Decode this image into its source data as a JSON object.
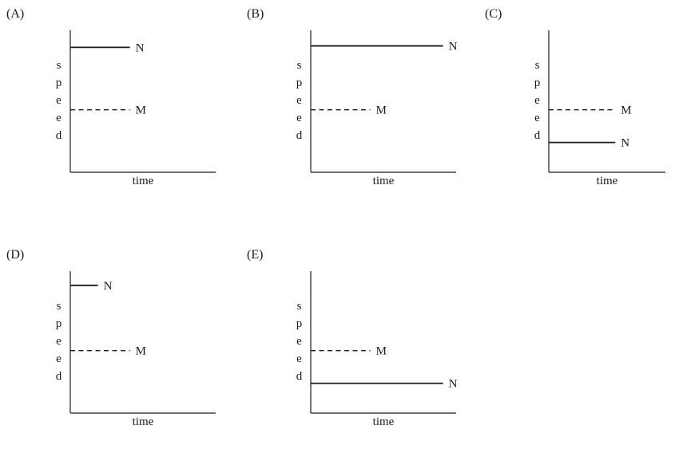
{
  "figure": {
    "background": "#ffffff",
    "line_color": "#1b1b1b",
    "description": "Five speed versus time graphs, each showing constant-speed horizontal lines for objects M (dashed) and N (solid)"
  },
  "chart_data": {
    "type": "line",
    "xlabel": "time",
    "ylabel": "speed",
    "grid": false,
    "panels": [
      {
        "id": "A",
        "label": "(A)",
        "ylabel": "speed",
        "xlabel": "time",
        "lines": [
          {
            "name": "N",
            "style": "solid",
            "speed_frac": 0.88,
            "duration_frac": 0.41
          },
          {
            "name": "M",
            "style": "dashed",
            "speed_frac": 0.44,
            "duration_frac": 0.41
          }
        ]
      },
      {
        "id": "B",
        "label": "(B)",
        "ylabel": "speed",
        "xlabel": "time",
        "lines": [
          {
            "name": "N",
            "style": "solid",
            "speed_frac": 0.89,
            "duration_frac": 0.91
          },
          {
            "name": "M",
            "style": "dashed",
            "speed_frac": 0.44,
            "duration_frac": 0.41
          }
        ]
      },
      {
        "id": "C",
        "label": "(C)",
        "ylabel": "speed",
        "xlabel": "time",
        "lines": [
          {
            "name": "M",
            "style": "dashed",
            "speed_frac": 0.44,
            "duration_frac": 0.57
          },
          {
            "name": "N",
            "style": "solid",
            "speed_frac": 0.21,
            "duration_frac": 0.57
          }
        ]
      },
      {
        "id": "D",
        "label": "(D)",
        "ylabel": "speed",
        "xlabel": "time",
        "lines": [
          {
            "name": "N",
            "style": "solid",
            "speed_frac": 0.9,
            "duration_frac": 0.19
          },
          {
            "name": "M",
            "style": "dashed",
            "speed_frac": 0.44,
            "duration_frac": 0.41
          }
        ]
      },
      {
        "id": "E",
        "label": "(E)",
        "ylabel": "speed",
        "xlabel": "time",
        "lines": [
          {
            "name": "M",
            "style": "dashed",
            "speed_frac": 0.44,
            "duration_frac": 0.41
          },
          {
            "name": "N",
            "style": "solid",
            "speed_frac": 0.21,
            "duration_frac": 0.91
          }
        ]
      }
    ]
  }
}
